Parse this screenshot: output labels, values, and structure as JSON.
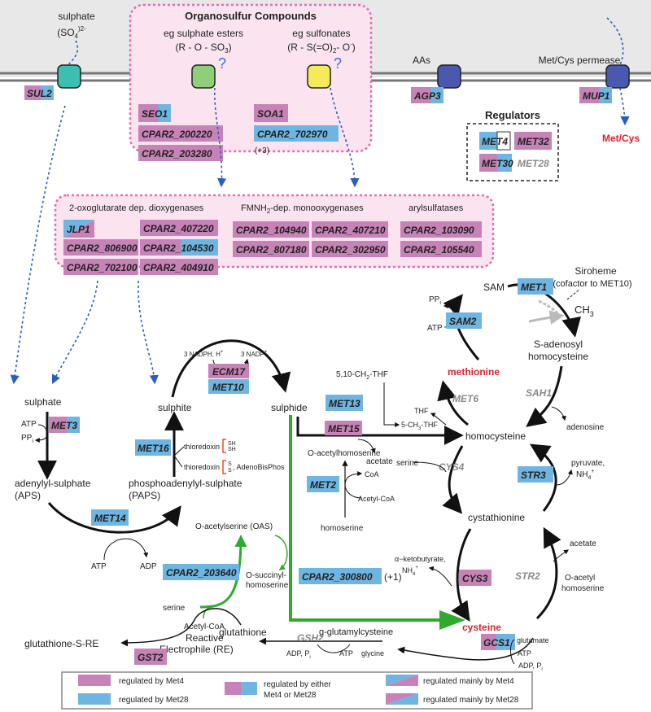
{
  "colors": {
    "met4": "#c782b7",
    "met28": "#6fb5e2",
    "membrane_bg": "#e8e8e8",
    "box_fill": "#fbe4f0",
    "box_border": "#e36cb5",
    "highlight_red": "#e0202a",
    "green_path": "#2faa2f",
    "dashed_blue": "#2a5ebd"
  },
  "membrane": {
    "sulphate": "sulphate",
    "sulphate_formula": "(SO",
    "sulphate_sub": "4",
    "sulphate_sup": ")2-",
    "aas": "AAs",
    "permease": "Met/Cys permease",
    "met_cys": "Met/Cys"
  },
  "organosulfur": {
    "title": "Organosulfur Compounds",
    "esters": "eg sulphate esters",
    "esters_formula": "(R - O - SO",
    "esters_sub": "3",
    "esters_end": ")",
    "sulfonates": "eg sulfonates",
    "sulfonates_formula": "(R - S(=O)",
    "sulfonates_sub": "2",
    "sulfonates_end": "- O",
    "sulfonates_sup": "-",
    "sulfonates_close": ")",
    "question": "?",
    "plus3": "(+3)"
  },
  "genes": {
    "sul2": "SUL2",
    "seo1": "SEO1",
    "cpar2_200220": "CPAR2_200220",
    "cpar2_203280": "CPAR2_203280",
    "soa1": "SOA1",
    "cpar2_702970": "CPAR2_702970",
    "agp3": "AGP3",
    "mup1": "MUP1",
    "met4": "MET4",
    "met32": "MET32",
    "met30": "MET30",
    "met28": "MET28",
    "jlp1": "JLP1",
    "cpar2_806900": "CPAR2_806900",
    "cpar2_702100": "CPAR2_702100",
    "cpar2_407220": "CPAR2_407220",
    "cpar2_104530_a": "CPAR2_",
    "cpar2_104530_b": "104530",
    "cpar2_404910": "CPAR2_404910",
    "cpar2_104940": "CPAR2_104940",
    "cpar2_807180": "CPAR2_807180",
    "cpar2_407210": "CPAR2_407210",
    "cpar2_302950": "CPAR2_302950",
    "cpar2_103090": "CPAR2_103090",
    "cpar2_105540": "CPAR2_105540",
    "met3": "MET3",
    "met16": "MET16",
    "met14": "MET14",
    "ecm17": "ECM17",
    "met10": "MET10",
    "met13": "MET13",
    "met15": "MET15",
    "met2": "MET2",
    "met6": "MET6",
    "sam2": "SAM2",
    "met1": "MET1",
    "sah1": "SAH1",
    "cys4": "CYS4",
    "str3": "STR3",
    "cys3": "CYS3",
    "str2": "STR2",
    "cpar2_203640": "CPAR2_203640",
    "cpar2_300800": "CPAR2_300800",
    "plus1": "(+1)",
    "gsh2": "GSH2",
    "gcs1": "GCS1",
    "gst2": "GST2"
  },
  "regulators": {
    "title": "Regulators"
  },
  "enzyme_groups": {
    "dioxygenases": "2-oxoglutarate dep. dioxygenases",
    "monooxygenases_a": "FMNH",
    "monooxygenases_sub": "2",
    "monooxygenases_b": "-dep. monooxygenases",
    "arylsulfatases": "arylsulfatases"
  },
  "metabolites": {
    "sulphate": "sulphate",
    "aps_1": "adenylyl-sulphate",
    "aps_2": "(APS)",
    "sulphite": "sulphite",
    "paps_1": "phosphoadenylyl-sulphate",
    "paps_2": "(PAPS)",
    "sulphide": "sulphide",
    "methionine": "methionine",
    "homocysteine": "homocysteine",
    "sam": "SAM",
    "siroheme": "Siroheme",
    "siroheme_note": "(cofactor to MET10)",
    "ch3": "CH",
    "ch3_sub": "3",
    "s_adenosyl_1": "S-adenosyl",
    "s_adenosyl_2": "homocysteine",
    "cystathionine": "cystathionine",
    "cysteine": "cysteine",
    "oas": "O-acetylserine (OAS)",
    "o_succinyl_1": "O-succinyl-",
    "o_succinyl_2": "homoserine",
    "glutathione": "glutathione",
    "g_glutamylcysteine": "g-glutamylcysteine",
    "glutathione_s_re": "glutathione-S-RE",
    "reactive_1": "Reactive",
    "reactive_2": "Electrophile (RE)",
    "o_acetylhomoserine": "O-acetylhomoserine",
    "homoserine": "homoserine"
  },
  "cofactors": {
    "atp": "ATP",
    "ppi": "PP",
    "ppi_sub": "i",
    "adp": "ADP",
    "nadph": "3 NADPH, H",
    "nadph_sup": "+",
    "nadp": "3 NADP",
    "nadp_sup": "+",
    "methyl_thf_a": "5,10-CH",
    "methyl_thf_sub": "2",
    "methyl_thf_b": "-THF",
    "thf": "THF",
    "ch3_thf_a": "5-CH",
    "ch3_thf_sub": "3",
    "ch3_thf_b": "-THF",
    "acetate": "acetate",
    "coa": "CoA",
    "acetyl_coa": "Acetyl-CoA",
    "serine": "serine",
    "adenosine": "adenosine",
    "pyruvate": "pyruvate,",
    "nh4": "NH",
    "nh4_sub": "4",
    "nh4_sup": "+",
    "ketobutyrate": "α−ketobutyrate,",
    "o_acetyl": "O-acetyl",
    "homoserine": "homoserine",
    "glutamate": "glutamate",
    "adp_pi_a": "ADP, P",
    "adp_pi_sub": "i",
    "glycine": "glycine",
    "thioredoxin": "thioredoxin",
    "sh": "SH",
    "s": "S",
    "adenobisphos": ", AdenoBisPhos"
  },
  "legend": {
    "met4": "regulated by Met4",
    "met28": "regulated by Met28",
    "either_1": "regulated by either",
    "either_2": "Met4 or Met28",
    "mainly_met4": "regulated mainly by Met4",
    "mainly_met28": "regulated mainly by Met28"
  }
}
